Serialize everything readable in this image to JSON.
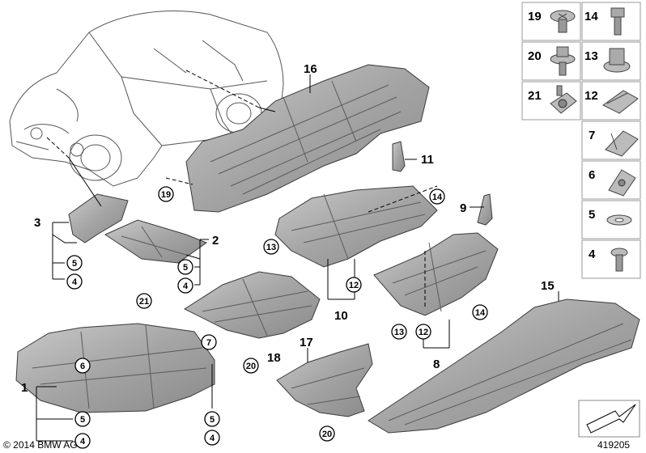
{
  "diagram": {
    "copyright": "© 2014 BMW AG",
    "image_number": "419205",
    "part_labels": {
      "p1": "1",
      "p2": "2",
      "p3": "3",
      "p4": "4",
      "p5": "5",
      "p6": "6",
      "p7": "7",
      "p8": "8",
      "p9": "9",
      "p10": "10",
      "p11": "11",
      "p12": "12",
      "p13": "13",
      "p14": "14",
      "p15": "15",
      "p16": "16",
      "p17": "17",
      "p18": "18",
      "p19": "19",
      "p20": "20",
      "p21": "21"
    },
    "callouts": {
      "c19": "19",
      "c14a": "14",
      "c13a": "13",
      "c12a": "12",
      "c5a": "5",
      "c4a": "4",
      "c5b": "5",
      "c4b": "4",
      "c21": "21",
      "c7": "7",
      "c6": "6",
      "c5c": "5",
      "c4c": "4",
      "c20a": "20",
      "c5d": "5",
      "c4d": "4",
      "c13b": "13",
      "c12b": "12",
      "c14b": "14",
      "c20b": "20"
    },
    "fastener_legend": {
      "l19": "19",
      "l14": "14",
      "l20": "20",
      "l13": "13",
      "l21": "21",
      "l12": "12",
      "l7": "7",
      "l6": "6",
      "l5": "5",
      "l4": "4"
    }
  }
}
